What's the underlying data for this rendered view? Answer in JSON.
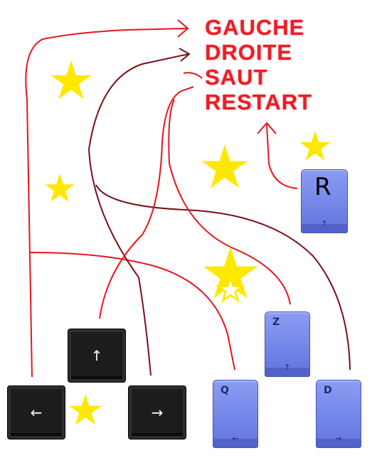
{
  "labels": {
    "left": "GAUCHE",
    "right": "DROITE",
    "jump": "SAUT",
    "restart": "RESTART"
  },
  "arrow_keys": {
    "up": "↑",
    "left": "←",
    "right": "→"
  },
  "letter_keys": {
    "q": {
      "letter": "Q",
      "sub": "←"
    },
    "z": {
      "letter": "Z",
      "sub": "↑"
    },
    "d": {
      "letter": "D",
      "sub": "→"
    },
    "r": {
      "letter": "R",
      "sub": "↑"
    }
  },
  "colors": {
    "label_red": "#ee1c25",
    "line_red": "#e8141c",
    "line_dark_red": "#7a0e18",
    "star_yellow": "#ffe800",
    "key_blue": "#7485ea",
    "key_black": "#1c1c1c"
  },
  "icons": [
    "star-icon",
    "arrow-key-icon",
    "keyboard-key-icon"
  ]
}
